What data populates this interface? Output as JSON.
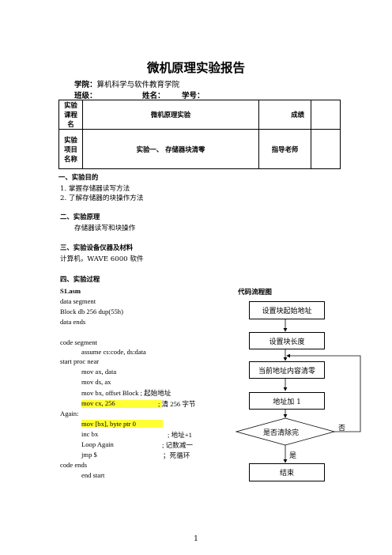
{
  "title": "微机原理实验报告",
  "info": {
    "school_label": "学院：",
    "school_value": "算机科学与软件教育学院",
    "class_label": "班级：",
    "name_label": "姓名：",
    "id_label": "学号："
  },
  "table": {
    "course_label": "实验课程名",
    "course_value": "微机原理实验",
    "grade_label": "成绩",
    "project_label": "实验项目名称",
    "project_value": "实验一、 存储器块清零",
    "teacher_label": "指导老师"
  },
  "sections": {
    "s1_title": "一、实验目的",
    "s1_items": [
      "1. 掌握存储器读写方法",
      "2. 了解存储器的块操作方法"
    ],
    "s2_title": "二、实验原理",
    "s2_text": "存储器读写和块操作",
    "s3_title": "三、实验设备仪器及材料",
    "s3_text": "计算机，WAVE 6000 软件",
    "s4_title": "四、实验过程"
  },
  "code": {
    "filename": "S1.asm",
    "lines": [
      "data    segment",
      "Block   db 256 dup(55h)",
      "data     ends",
      "code     segment",
      "assume cs:code, ds:data",
      "start   proc    near",
      "mov     ax, data",
      "mov     ds, ax",
      "mov     bx, offset Block   ;  起始地址",
      "mov     cx, 256",
      ";  清  256  字节",
      "Again:",
      "mov     [bx], byte ptr 0",
      "inc     bx",
      ";  地址+1",
      "Loop    Again",
      ";  记数减一",
      "jmp     $",
      "；死循环",
      "code     ends",
      "end     start"
    ]
  },
  "flow": {
    "title": "代码流程图",
    "steps": [
      "设置块起始地址",
      "设置块长度",
      "当前地址内容清零",
      "地址加 1"
    ],
    "decision": "是否清除完",
    "no_label": "否",
    "yes_label": "是",
    "end": "结束"
  },
  "page_number": "1"
}
